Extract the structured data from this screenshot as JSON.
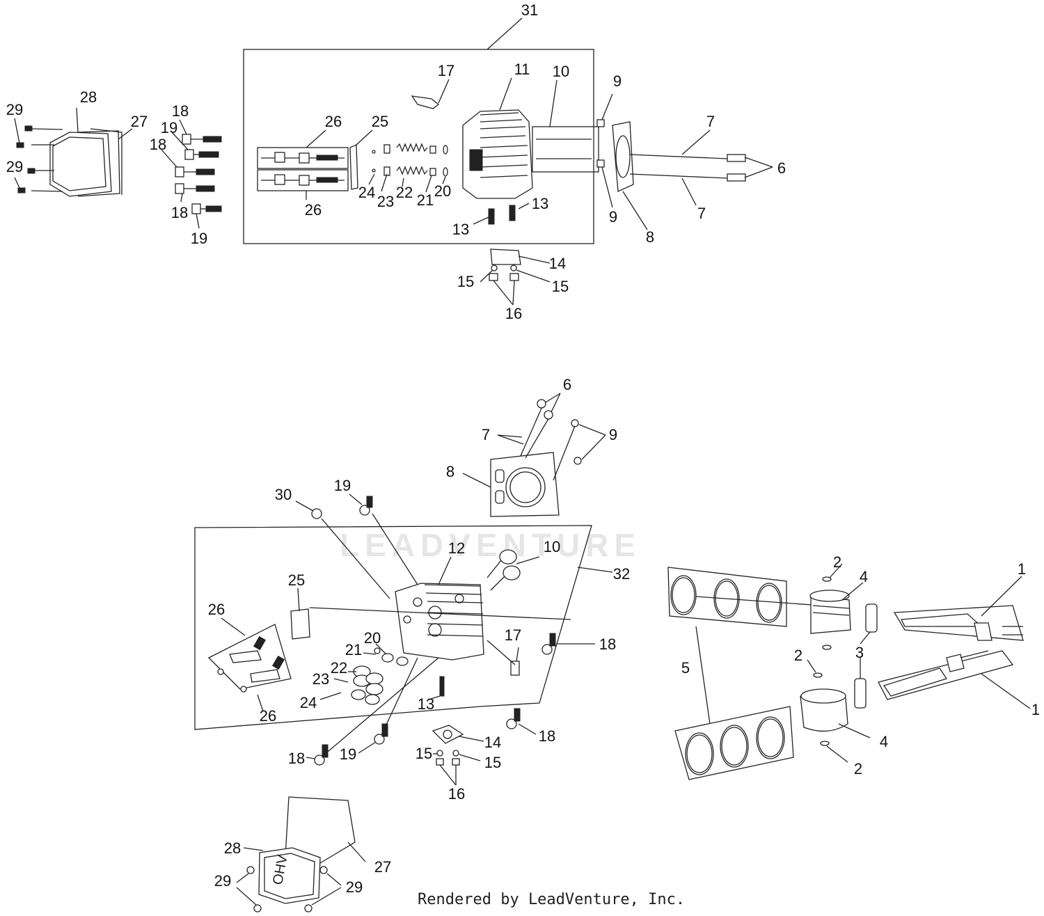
{
  "watermark": "LEADVENTURE",
  "footer": "Rendered by LeadVenture, Inc.",
  "callouts": {
    "top": [
      "31",
      "28",
      "29",
      "27",
      "29",
      "18",
      "19",
      "18",
      "18",
      "19",
      "26",
      "25",
      "26",
      "17",
      "11",
      "10",
      "9",
      "7",
      "6",
      "7",
      "9",
      "8",
      "24",
      "23",
      "22",
      "21",
      "20",
      "13",
      "13",
      "14",
      "15",
      "15",
      "16"
    ],
    "bottom": [
      "6",
      "7",
      "9",
      "8",
      "30",
      "19",
      "12",
      "10",
      "32",
      "25",
      "26",
      "20",
      "21",
      "22",
      "23",
      "24",
      "26",
      "17",
      "18",
      "13",
      "18",
      "14",
      "15",
      "15",
      "16",
      "18",
      "19",
      "28",
      "27",
      "29",
      "29"
    ],
    "right": [
      "2",
      "4",
      "1",
      "2",
      "3",
      "5",
      "1",
      "4",
      "2"
    ]
  }
}
